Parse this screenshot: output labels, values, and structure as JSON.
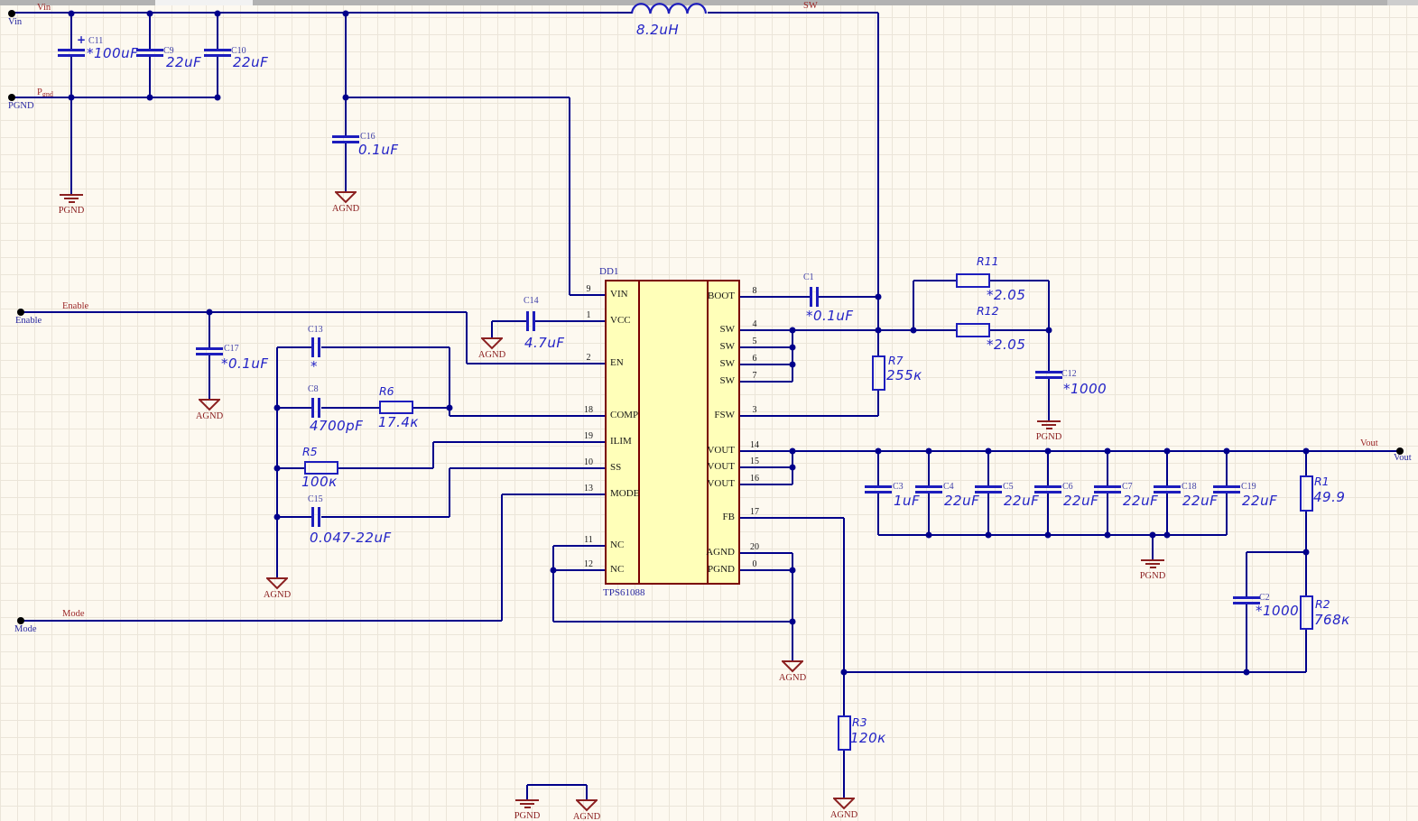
{
  "colors": {
    "background": "#fdf9f0",
    "grid": "#ebe5d9",
    "wire": "#00008b",
    "component_blue": "#1d1dbd",
    "value_text": "#2323c6",
    "designator_text": "#4040a8",
    "net_label_red": "#9b2626",
    "port_text_blue": "#2828a2",
    "ground_red": "#8b2020",
    "ic_fill": "#ffffb9",
    "ic_border": "#7a0000"
  },
  "ports": {
    "vin": {
      "net_label": "Vin",
      "port_name": "Vin"
    },
    "pgnd": {
      "net_label_main": "P",
      "net_label_sub": "gnd",
      "port_name": "PGND"
    },
    "enable": {
      "net_label": "Enable",
      "port_name": "Enable"
    },
    "mode": {
      "net_label": "Mode",
      "port_name": "Mode"
    },
    "vout": {
      "net_label": "Vout",
      "port_name": "Vout"
    }
  },
  "net_labels": {
    "sw": "SW"
  },
  "inductor": {
    "value": "8.2uH"
  },
  "capacitors": {
    "c11": {
      "ref": "C11",
      "value": "*100uF",
      "polarity_mark": "+"
    },
    "c9": {
      "ref": "C9",
      "value": "22uF"
    },
    "c10": {
      "ref": "C10",
      "value": "22uF"
    },
    "c16": {
      "ref": "C16",
      "value": "0.1uF"
    },
    "c17": {
      "ref": "C17",
      "value": "*0.1uF"
    },
    "c13": {
      "ref": "C13",
      "value": "*"
    },
    "c8": {
      "ref": "C8",
      "value": "4700pF"
    },
    "c15": {
      "ref": "C15",
      "value": "0.047-22uF"
    },
    "c14": {
      "ref": "C14",
      "value": "4.7uF"
    },
    "c1": {
      "ref": "C1",
      "value": "*0.1uF"
    },
    "c12": {
      "ref": "C12",
      "value": "*1000"
    },
    "c2": {
      "ref": "C2",
      "value": "*1000"
    }
  },
  "output_capacitors": [
    {
      "ref": "C3",
      "value": "1uF"
    },
    {
      "ref": "C4",
      "value": "22uF"
    },
    {
      "ref": "C5",
      "value": "22uF"
    },
    {
      "ref": "C6",
      "value": "22uF"
    },
    {
      "ref": "C7",
      "value": "22uF"
    },
    {
      "ref": "C18",
      "value": "22uF"
    },
    {
      "ref": "C19",
      "value": "22uF"
    }
  ],
  "resistors": {
    "r6": {
      "ref": "R6",
      "value": "17.4к"
    },
    "r5": {
      "ref": "R5",
      "value": "100к"
    },
    "r7": {
      "ref": "R7",
      "value": "255к"
    },
    "r11": {
      "ref": "R11",
      "value": "*2.05"
    },
    "r12": {
      "ref": "R12",
      "value": "*2.05"
    },
    "r1": {
      "ref": "R1",
      "value": "49.9"
    },
    "r2": {
      "ref": "R2",
      "value": "768к"
    },
    "r3": {
      "ref": "R3",
      "value": "120к"
    }
  },
  "ic": {
    "designator": "DD1",
    "part": "TPS61088",
    "pins_left": [
      {
        "num": "9",
        "name": "VIN"
      },
      {
        "num": "1",
        "name": "VCC"
      },
      {
        "num": "2",
        "name": "EN"
      },
      {
        "num": "18",
        "name": "COMP"
      },
      {
        "num": "19",
        "name": "ILIM"
      },
      {
        "num": "10",
        "name": "SS"
      },
      {
        "num": "13",
        "name": "MODE"
      },
      {
        "num": "11",
        "name": "NC"
      },
      {
        "num": "12",
        "name": "NC"
      }
    ],
    "pins_right": [
      {
        "num": "8",
        "name": "BOOT"
      },
      {
        "num": "4",
        "name": "SW"
      },
      {
        "num": "5",
        "name": "SW"
      },
      {
        "num": "6",
        "name": "SW"
      },
      {
        "num": "7",
        "name": "SW"
      },
      {
        "num": "3",
        "name": "FSW"
      },
      {
        "num": "14",
        "name": "VOUT"
      },
      {
        "num": "15",
        "name": "VOUT"
      },
      {
        "num": "16",
        "name": "VOUT"
      },
      {
        "num": "17",
        "name": "FB"
      },
      {
        "num": "20",
        "name": "AGND"
      },
      {
        "num": "0",
        "name": "PGND"
      }
    ]
  },
  "grounds": {
    "agnd": "AGND",
    "pgnd": "PGND"
  }
}
